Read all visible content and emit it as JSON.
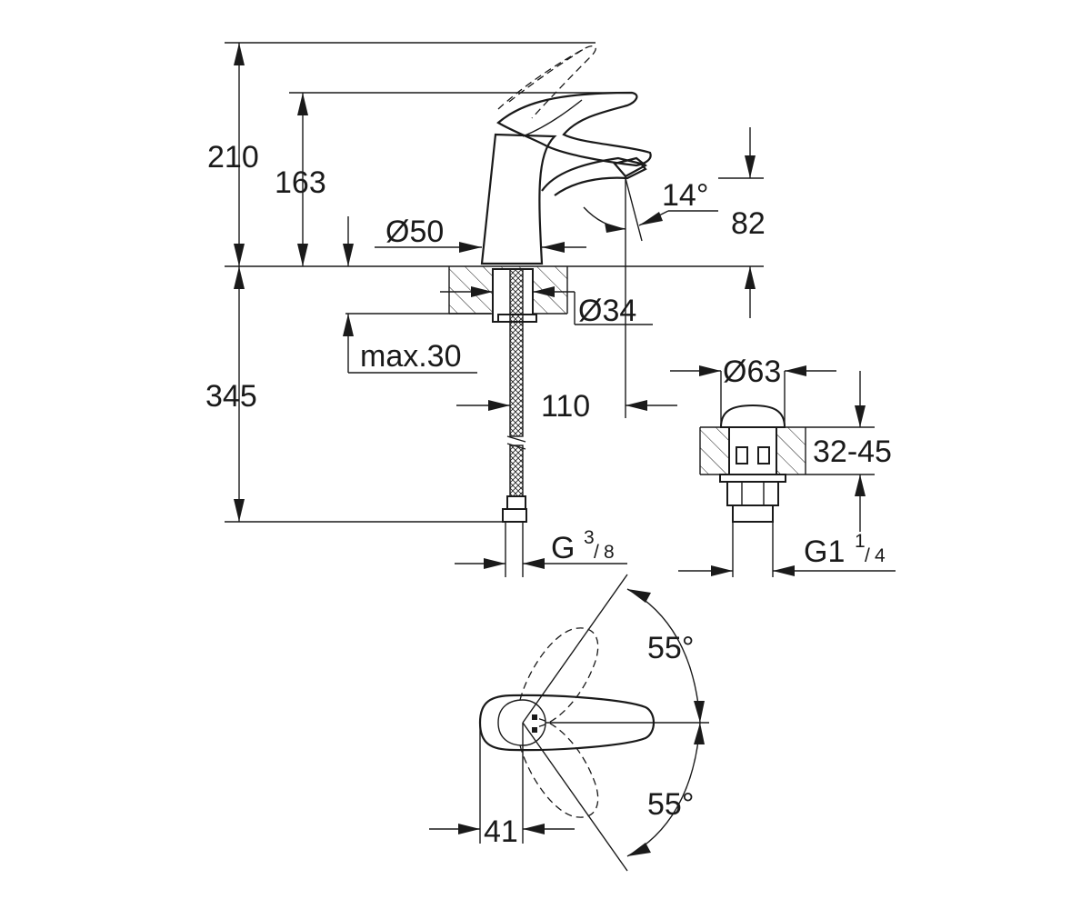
{
  "drawing": {
    "dims": {
      "total_height": "210",
      "spout_height": "163",
      "base_diameter": "Ø50",
      "spout_angle": "14°",
      "outlet_height": "82",
      "shank_diameter": "Ø34",
      "max_thickness": "max.30",
      "below_deck": "345",
      "projection": "110",
      "waste_diameter": "Ø63",
      "waste_range": "32-45",
      "handle_offset": "41",
      "swing_up": "55°",
      "swing_down": "55°"
    },
    "threads": {
      "hose_prefix": "G",
      "hose_num": "3",
      "hose_den": "8",
      "waste_prefix": "G1",
      "waste_num": "1",
      "waste_den": "4"
    }
  },
  "colors": {
    "line": "#1a1a1a",
    "background": "#ffffff"
  }
}
